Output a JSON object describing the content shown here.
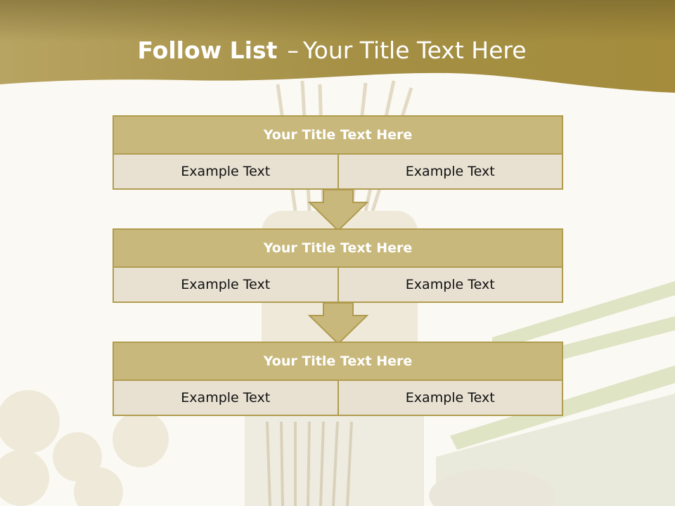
{
  "slide": {
    "title_bold": "Follow List",
    "title_dash": "–",
    "title_rest": "Your Title Text Here"
  },
  "blocks": [
    {
      "title": "Your Title Text Here",
      "left": "Example Text",
      "right": "Example Text"
    },
    {
      "title": "Your Title Text Here",
      "left": "Example Text",
      "right": "Example Text"
    },
    {
      "title": "Your Title Text Here",
      "left": "Example Text",
      "right": "Example Text"
    }
  ],
  "colors": {
    "header_band": "#a89448",
    "block_title_fill": "#c8b87c",
    "cell_fill": "#e8e1d2",
    "border": "#b09c4e"
  }
}
